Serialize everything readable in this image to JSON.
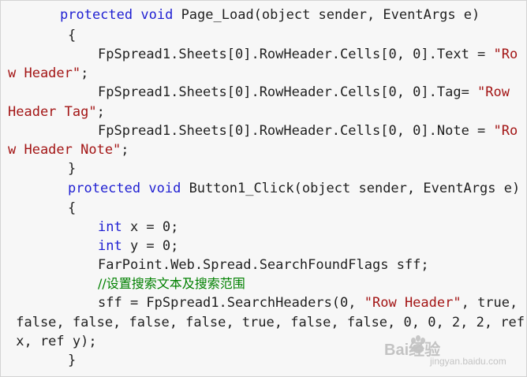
{
  "code": {
    "l1_kw1": "protected",
    "l1_kw2": "void",
    "l1_rest": " Page_Load(object sender, EventArgs e)",
    "l2": "{",
    "l3_pre": "FpSpread1.Sheets[0].RowHeader.Cells[0, 0].Text = ",
    "l3_str": "\"Ro",
    "l4_str": "w Header\"",
    "l4_end": ";",
    "l5_pre": "FpSpread1.Sheets[0].RowHeader.Cells[0, 0].Tag= ",
    "l5_str": "\"Row",
    "l6_str": "Header Tag\"",
    "l6_end": ";",
    "l7_pre": "FpSpread1.Sheets[0].RowHeader.Cells[0, 0].Note = ",
    "l7_str": "\"Ro",
    "l8_str": "w Header Note\"",
    "l8_end": ";",
    "l9": "}",
    "l10_kw1": "protected",
    "l10_kw2": "void",
    "l10_rest": " Button1_Click(object sender, EventArgs e)",
    "l11": "{",
    "l12_kw": "int",
    "l12_rest": " x = 0;",
    "l13_kw": "int",
    "l13_rest": " y = 0;",
    "l14": "FarPoint.Web.Spread.SearchFoundFlags sff;",
    "l15_cmt": "//设置搜索文本及搜索范围",
    "l16_pre": "sff = FpSpread1.SearchHeaders(0, ",
    "l16_str": "\"Row Header\"",
    "l16_post": ", true,",
    "l17": " false, false, false, false, true, false, false, 0, 0, 2, 2, ref",
    "l18": " x, ref y);",
    "l19": "}"
  },
  "watermark": {
    "logo": "Bai经验",
    "sub": "jingyan.baidu.com"
  },
  "colors": {
    "keyword": "#1f1fd2",
    "string": "#a31515",
    "comment": "#008000",
    "text": "#1f1f1f",
    "background": "#f7f7f7"
  }
}
